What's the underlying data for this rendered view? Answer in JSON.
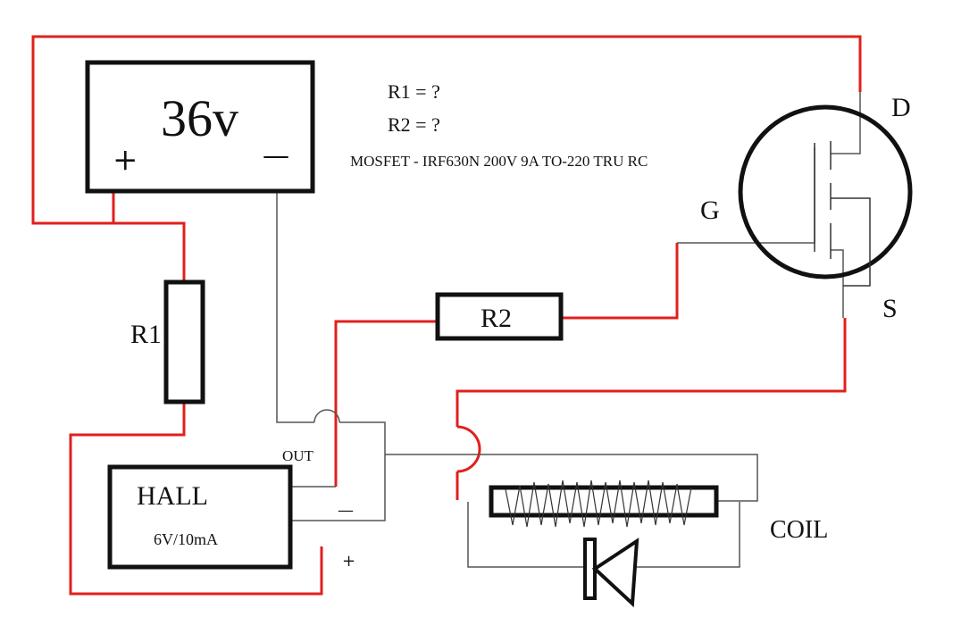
{
  "battery": {
    "voltage": "36v",
    "plus": "+",
    "minus": "—"
  },
  "notes": {
    "r1": "R1 = ?",
    "r2": "R2 = ?",
    "mosfet": "MOSFET - IRF630N 200V 9A TO-220 TRU RC"
  },
  "resistors": {
    "r1": "R1",
    "r2": "R2"
  },
  "mosfet": {
    "drain": "D",
    "gate": "G",
    "source": "S"
  },
  "hall": {
    "title": "HALL",
    "rating": "6V/10mA",
    "out": "OUT",
    "minus": "—",
    "plus": "+"
  },
  "coil": {
    "label": "COIL"
  },
  "colors": {
    "positive_wire": "#e0201c",
    "signal_wire": "#555555",
    "outline": "#111111"
  }
}
